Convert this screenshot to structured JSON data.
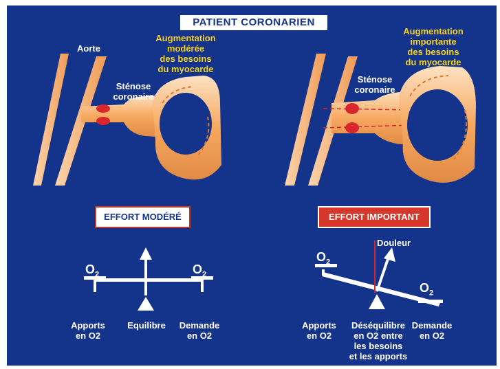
{
  "title": "PATIENT CORONARIEN",
  "left": {
    "aorte": "Aorte",
    "stenose": [
      "Sténose",
      "coronaire"
    ],
    "besoins": [
      "Augmentation",
      "modérée",
      "des besoins",
      "du myocarde"
    ],
    "effort": "EFFORT MODÉRÉ",
    "o2_left": "O2",
    "o2_right": "O2",
    "apports": [
      "Apports",
      "en O2"
    ],
    "equilibre": "Equilibre",
    "demande": [
      "Demande",
      "en O2"
    ]
  },
  "right": {
    "stenose": [
      "Sténose",
      "coronaire"
    ],
    "besoins": [
      "Augmentation",
      "importante",
      "des besoins",
      "du myocarde"
    ],
    "effort": "EFFORT IMPORTANT",
    "douleur": "Douleur",
    "o2_left": "O2",
    "o2_right": "O2",
    "apports": [
      "Apports",
      "en O2"
    ],
    "desequilibre": [
      "Déséquilibre",
      "en O2 entre",
      "les besoins",
      "et les apports"
    ],
    "demande": [
      "Demande",
      "en O2"
    ]
  },
  "colors": {
    "background": "#14338a",
    "vessel": "#f5a15a",
    "vessel_dark": "#d97a35",
    "stenosis": "#d9272e",
    "text_yellow": "#f7d21a",
    "effort_important_bg": "#d7372a"
  }
}
